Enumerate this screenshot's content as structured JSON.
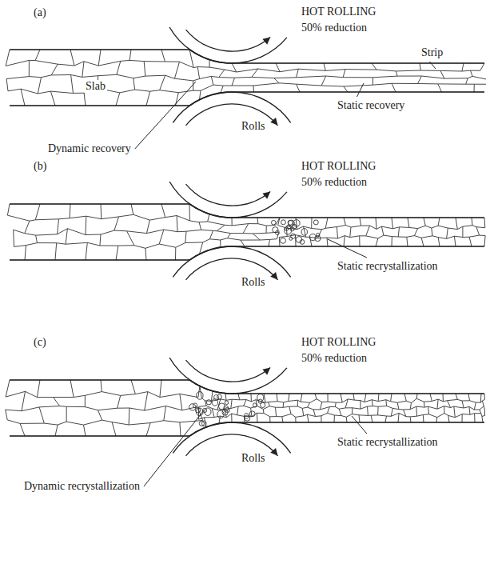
{
  "diagram": {
    "labels": [
      "(a)",
      "HOT ROLLING",
      "50% reduction",
      "Slab",
      "Strip",
      "Rolls",
      "Static recovery",
      "Dynamic recovery",
      "(b)",
      "HOT ROLLING",
      "50% reduction",
      "Rolls",
      "Static recrystallization",
      "(c)",
      "HOT ROLLING",
      "50% reduction",
      "Rolls",
      "Static recrystallization",
      "Dynamic recrystallization"
    ]
  }
}
